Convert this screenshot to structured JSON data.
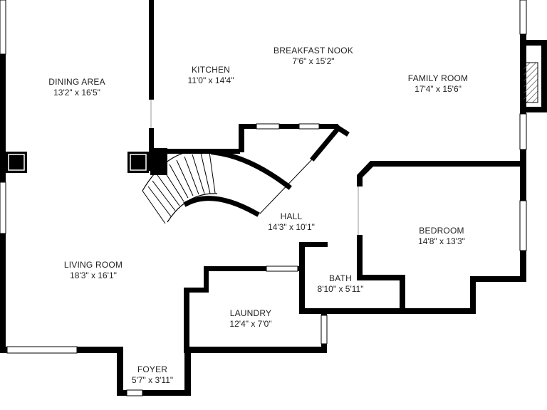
{
  "rooms": {
    "dining": {
      "name": "DINING AREA",
      "dim": "13'2\" x 16'5\""
    },
    "kitchen": {
      "name": "KITCHEN",
      "dim": "11'0\" x 14'4\""
    },
    "breakfast": {
      "name": "BREAKFAST NOOK",
      "dim": "7'6\" x 15'2\""
    },
    "family": {
      "name": "FAMILY ROOM",
      "dim": "17'4\" x 15'6\""
    },
    "hall": {
      "name": "HALL",
      "dim": "14'3\" x 10'1\""
    },
    "bedroom": {
      "name": "BEDROOM",
      "dim": "14'8\" x 13'3\""
    },
    "living": {
      "name": "LIVING ROOM",
      "dim": "18'3\" x 16'1\""
    },
    "bath": {
      "name": "BATH",
      "dim": "8'10\" x 5'11\""
    },
    "laundry": {
      "name": "LAUNDRY",
      "dim": "12'4\" x 7'0\""
    },
    "foyer": {
      "name": "FOYER",
      "dim": "5'7\" x 3'11\""
    }
  },
  "colors": {
    "wall": "#000000",
    "window": "#ffffff",
    "fireplace_hatch": "#555555"
  }
}
